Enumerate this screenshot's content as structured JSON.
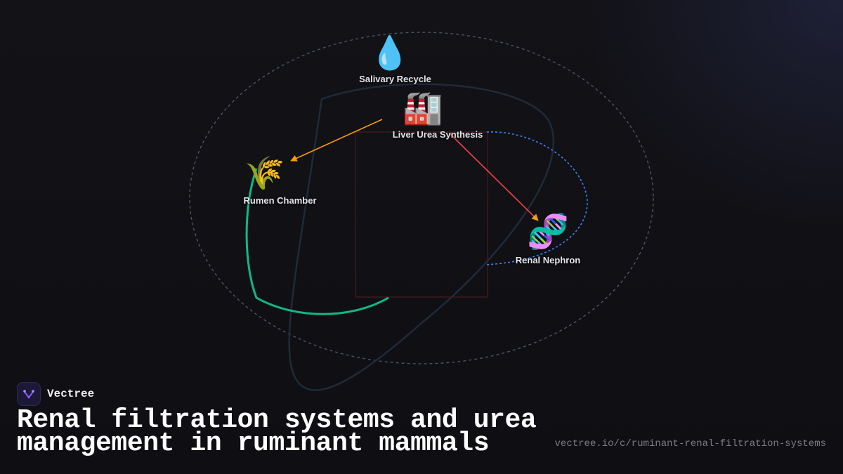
{
  "diagram": {
    "nodes": [
      {
        "id": "salivary",
        "label": "Salivary Recycle",
        "icon": "droplet-icon",
        "glyph": "💧"
      },
      {
        "id": "liver",
        "label": "Liver Urea Synthesis",
        "icon": "factory-icon",
        "glyph": "🏭"
      },
      {
        "id": "rumen",
        "label": "Rumen Chamber",
        "icon": "wheat-icon",
        "glyph": "🌾"
      },
      {
        "id": "renal",
        "label": "Renal Nephron",
        "icon": "dna-icon",
        "glyph": "🧬"
      }
    ],
    "colors": {
      "arrow_salivary_to_rumen": "#f59e0b",
      "arrow_liver_to_renal": "#ef4444",
      "curve_green": "#10b981",
      "loop_blue": "#3b82f6",
      "outer_ring": "#4b5563",
      "inner_loop": "#1f2937",
      "center_box": "#4a1c1c"
    }
  },
  "footer": {
    "brand": "Vectree",
    "brand_icon": "vectree-logo-icon",
    "title": "Renal filtration systems and urea management in ruminant mammals",
    "url": "vectree.io/c/ruminant-renal-filtration-systems"
  }
}
